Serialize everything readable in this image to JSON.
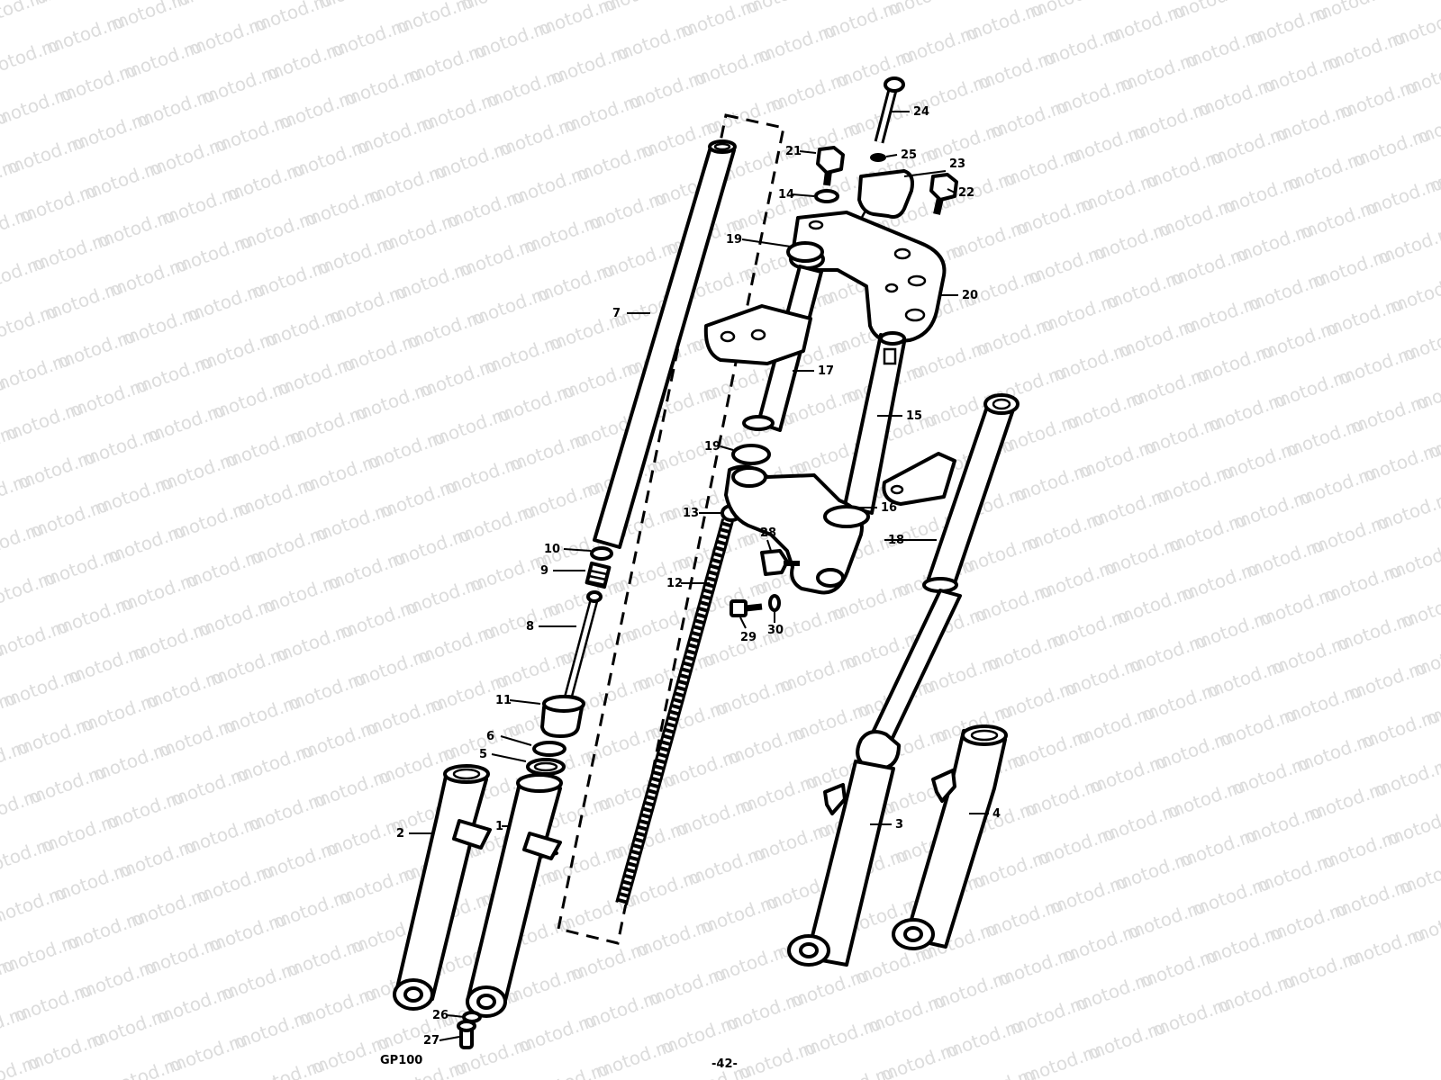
{
  "watermark": {
    "text": "motod.ru"
  },
  "diagram": {
    "model_label": "GP100",
    "page_label": "-42-",
    "callouts": [
      "1",
      "2",
      "3",
      "4",
      "5",
      "6",
      "7",
      "8",
      "9",
      "10",
      "11",
      "12",
      "13",
      "14",
      "15",
      "16",
      "17",
      "18",
      "19",
      "19",
      "20",
      "21",
      "22",
      "23",
      "24",
      "25",
      "26",
      "27",
      "28",
      "29",
      "30"
    ]
  }
}
